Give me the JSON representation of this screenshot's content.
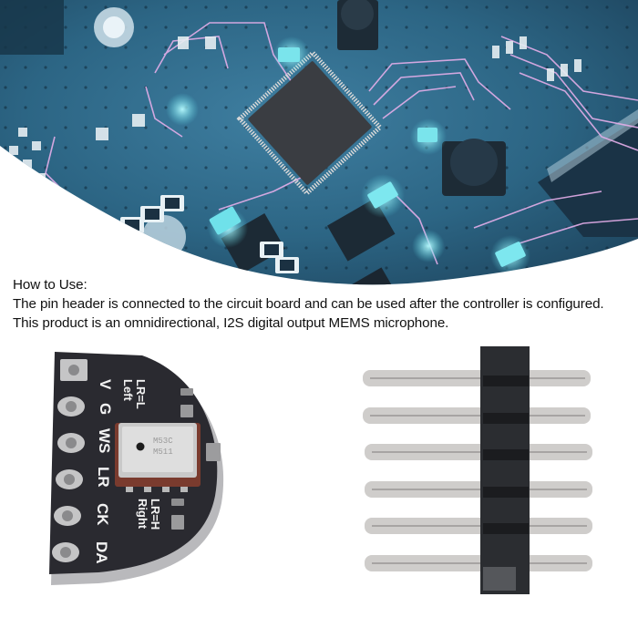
{
  "banner": {
    "image": "circuit-board-photo",
    "subject": "pcb-with-qfp-microcontroller"
  },
  "caption": {
    "title": "How to Use:",
    "line1": "The pin header is connected to the circuit board and can be used after the controller is configured.",
    "line2": "This product is an omnidirectional, I2S digital output MEMS microphone."
  },
  "module": {
    "pins": [
      "V",
      "G",
      "WS",
      "LR",
      "CK",
      "DA"
    ],
    "label_left_top": "LR=L",
    "label_left_bottom": "Left",
    "label_right_top": "LR=H",
    "label_right_bottom": "Right",
    "chip_text_1": "M53C",
    "chip_text_2": "M511",
    "board_color": "#2a2a30",
    "edge_color": "#b9b9bc"
  },
  "pin_header": {
    "pin_count": 6,
    "housing_color": "#2b2d31",
    "pin_color": "#c9c8c6"
  },
  "colors": {
    "pcb_dark": "#1f4560",
    "pcb_mid": "#2f6a8a",
    "pcb_light": "#4f8fb0",
    "trace_pink": "#e0a8e6",
    "glow_cyan": "#6fe8f0",
    "chip_dark": "#3a3d42"
  }
}
